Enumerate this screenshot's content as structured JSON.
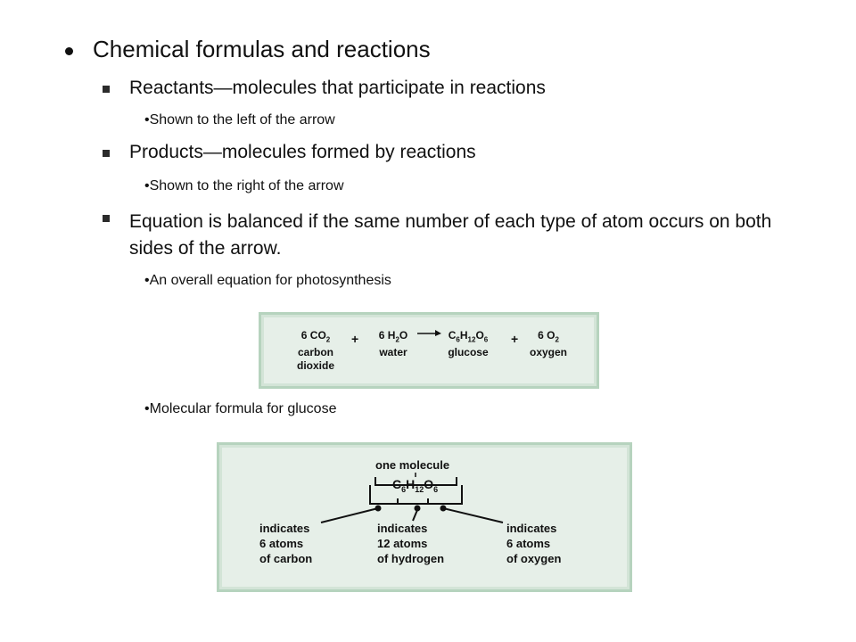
{
  "slide": {
    "heading": "Chemical formulas and reactions",
    "points": [
      {
        "text": "Reactants—molecules that participate in reactions",
        "sub": "Shown to the left of the arrow"
      },
      {
        "text": "Products—molecules formed by reactions",
        "sub": "Shown to the right of the arrow"
      },
      {
        "text": "Equation is balanced if the same number of each type of atom occurs on both sides of the arrow.",
        "sub": "An overall equation for photosynthesis"
      }
    ],
    "sub_glucose": "Molecular formula for glucose"
  },
  "equation": {
    "co2": {
      "coef": "6 CO",
      "sub": "2",
      "name1": "carbon",
      "name2": "dioxide"
    },
    "plus1": "+",
    "h2o": {
      "coef": "6 H",
      "sub": "2",
      "tail": "O",
      "name": "water"
    },
    "glucose": {
      "c": "C",
      "c_sub": "6",
      "h": "H",
      "h_sub": "12",
      "o": "O",
      "o_sub": "6",
      "name": "glucose"
    },
    "plus2": "+",
    "o2": {
      "coef": "6 O",
      "sub": "2",
      "name": "oxygen"
    }
  },
  "formula": {
    "top_label": "one molecule",
    "c": "C",
    "c_sub": "6",
    "h": "H",
    "h_sub": "12",
    "o": "O",
    "o_sub": "6",
    "carbon": [
      "indicates",
      "6 atoms",
      "of carbon"
    ],
    "hydrogen": [
      "indicates",
      "12 atoms",
      "of hydrogen"
    ],
    "oxygen": [
      "indicates",
      "6 atoms",
      "of oxygen"
    ]
  }
}
